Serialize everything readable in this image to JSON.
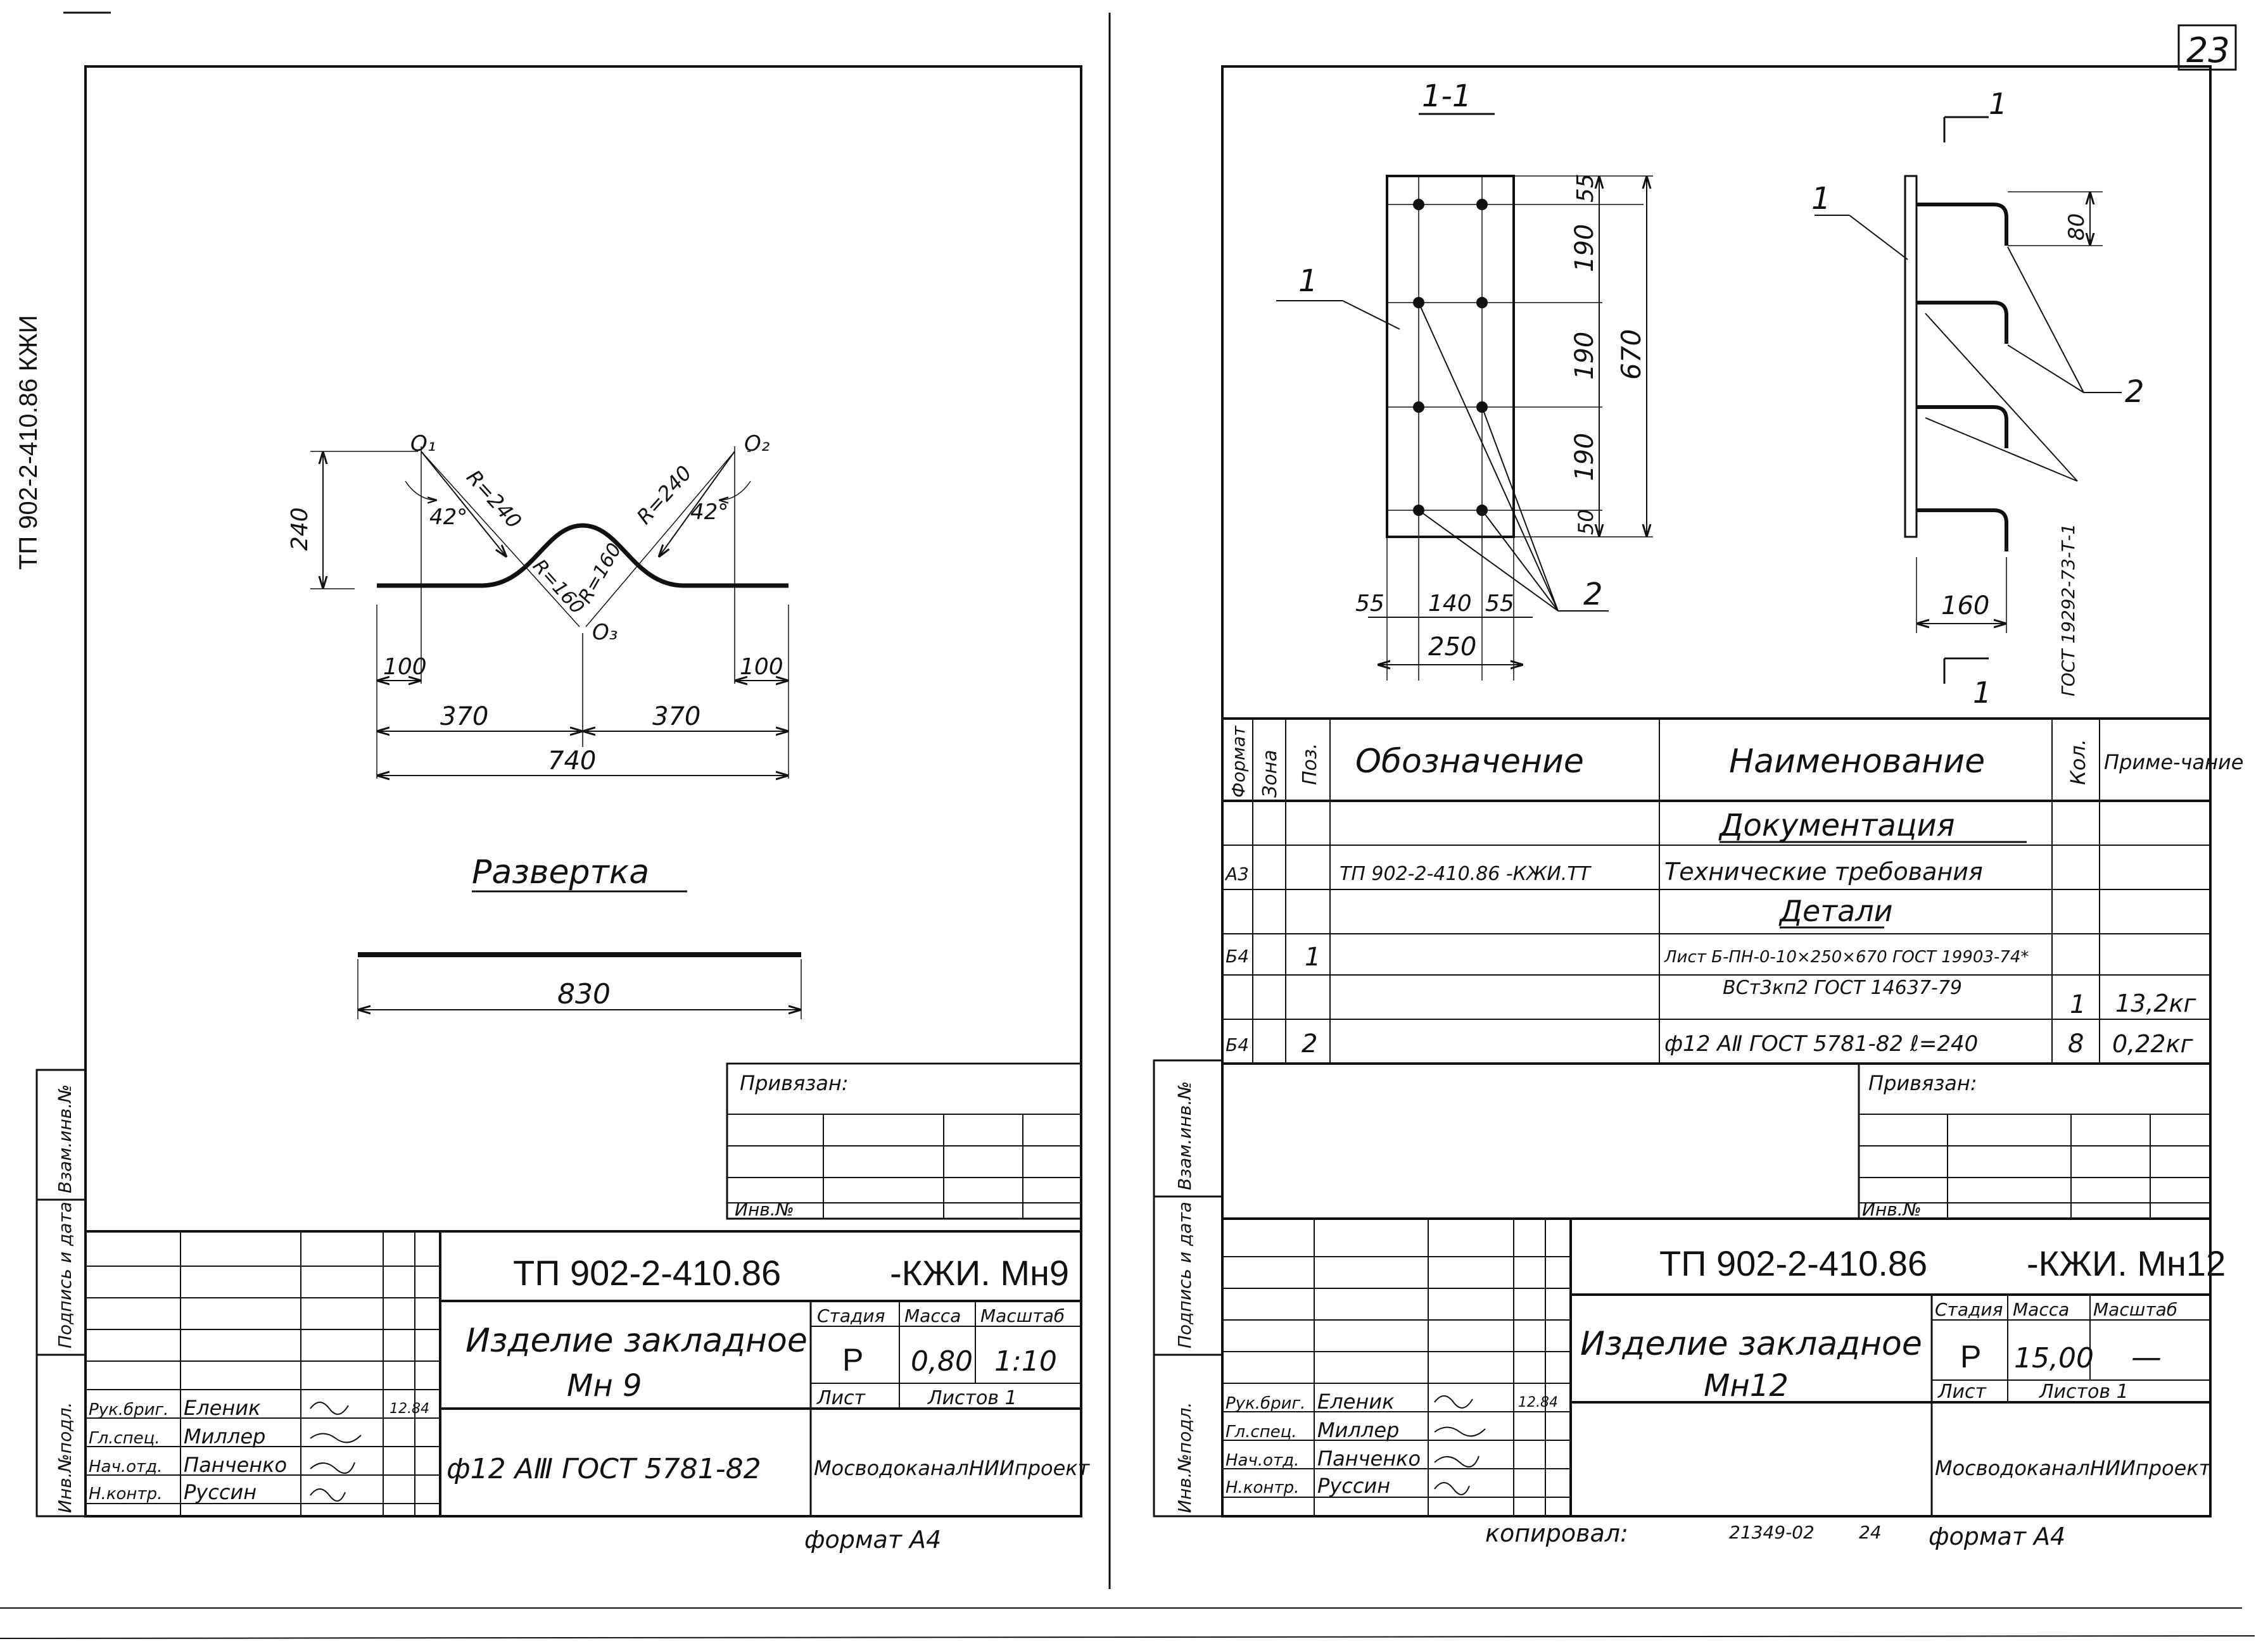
{
  "page_number": "23",
  "left_margin": {
    "vertical_code": "ТП 902-2-410.86 КЖИ",
    "label_inv_podl": "Инв.№подл.",
    "label_sign_date": "Подпись и дата",
    "label_vzam": "Взам.инв.№"
  },
  "left_sheet": {
    "drawing": {
      "o1": "O₁",
      "o2": "O₂",
      "o3": "O₃",
      "angle_left": "42°",
      "angle_right": "42°",
      "r240_left": "R=240",
      "r240_right": "R=240",
      "r160_left": "R=160",
      "r160_right": "R=160",
      "dim_240": "240",
      "dim_100_left": "100",
      "dim_100_right": "100",
      "dim_370_left": "370",
      "dim_370_right": "370",
      "dim_740": "740"
    },
    "razvertka_title": "Развертка",
    "razvertka_dim": "830",
    "privyazan": "Привязан:",
    "inv_no": "Инв.№",
    "designation": "ТП 902-2-410.86",
    "designation_suffix": "-КЖИ. Мн9",
    "item_name_line1": "Изделие закладное",
    "item_name_line2": "Мн 9",
    "stage_label": "Стадия",
    "mass_label": "Масса",
    "scale_label": "Масштаб",
    "stage": "Р",
    "mass": "0,80",
    "scale": "1:10",
    "sheet_label": "Лист",
    "sheets_label": "Листов 1",
    "material": "ф12 АⅢ ГОСТ 5781-82",
    "organization": "МосводоканалНИИпроект",
    "format": "формат А4",
    "signers": [
      {
        "role": "Рук.бриг.",
        "name": "Еленик",
        "date": "12.84"
      },
      {
        "role": "Гл.спец.",
        "name": "Миллер",
        "date": ""
      },
      {
        "role": "Нач.отд.",
        "name": "Панченко",
        "date": ""
      },
      {
        "role": "Н.контр.",
        "name": "Руссин",
        "date": ""
      }
    ]
  },
  "right_sheet": {
    "section_label": "1-1",
    "section_mark": "1",
    "plate_dims": {
      "d55_top": "55",
      "d190_a": "190",
      "d190_b": "190",
      "d190_c": "190",
      "d50_bottom": "50",
      "d670": "670",
      "d55_left": "55",
      "d140": "140",
      "d55_right": "55",
      "d250": "250"
    },
    "side_dims": {
      "d80": "80",
      "d160": "160",
      "gost_weld": "ГОСТ 19292-73-Т-1"
    },
    "callout_1_plate": "1",
    "callout_2_plate": "2",
    "callout_1_side": "1",
    "callout_2_side": "2",
    "spec_headers": {
      "format": "Формат",
      "zone": "Зона",
      "pos": "Поз.",
      "designation": "Обозначение",
      "name": "Наименование",
      "qty": "Кол.",
      "note": "Приме-чание"
    },
    "spec_rows": [
      {
        "format": "",
        "zone": "",
        "pos": "",
        "designation": "",
        "name": "Документация",
        "qty": "",
        "note": ""
      },
      {
        "format": "А3",
        "zone": "",
        "pos": "",
        "designation": "ТП 902-2-410.86 -КЖИ.ТТ",
        "name": "Технические требования",
        "qty": "",
        "note": ""
      },
      {
        "format": "",
        "zone": "",
        "pos": "",
        "designation": "",
        "name": "Детали",
        "qty": "",
        "note": ""
      },
      {
        "format": "Б4",
        "zone": "",
        "pos": "1",
        "designation": "",
        "name": "Лист Б-ПН-0-10×250×670 ГОСТ 19903-74*",
        "qty": "",
        "note": ""
      },
      {
        "format": "",
        "zone": "",
        "pos": "",
        "designation": "",
        "name": "ВСт3кп2 ГОСТ 14637-79",
        "qty": "1",
        "note": "13,2кг"
      },
      {
        "format": "Б4",
        "zone": "",
        "pos": "2",
        "designation": "",
        "name": "ф12 АⅡ ГОСТ 5781-82   ℓ=240",
        "qty": "8",
        "note": "0,22кг"
      }
    ],
    "privyazan": "Привязан:",
    "inv_no": "Инв.№",
    "designation": "ТП 902-2-410.86",
    "designation_suffix": "-КЖИ. Мн12",
    "item_name_line1": "Изделие закладное",
    "item_name_line2": "Мн12",
    "stage_label": "Стадия",
    "mass_label": "Масса",
    "scale_label": "Масштаб",
    "stage": "Р",
    "mass": "15,00",
    "scale": "—",
    "sheet_label": "Лист",
    "sheets_label": "Листов 1",
    "organization": "МосводоканалНИИпроект",
    "copied": "копировал:",
    "copied_num": "21349-02",
    "copied_24": "24",
    "format": "формат А4",
    "signers": [
      {
        "role": "Рук.бриг.",
        "name": "Еленик",
        "date": "12.84"
      },
      {
        "role": "Гл.спец.",
        "name": "Миллер",
        "date": ""
      },
      {
        "role": "Нач.отд.",
        "name": "Панченко",
        "date": ""
      },
      {
        "role": "Н.контр.",
        "name": "Руссин",
        "date": ""
      }
    ]
  }
}
